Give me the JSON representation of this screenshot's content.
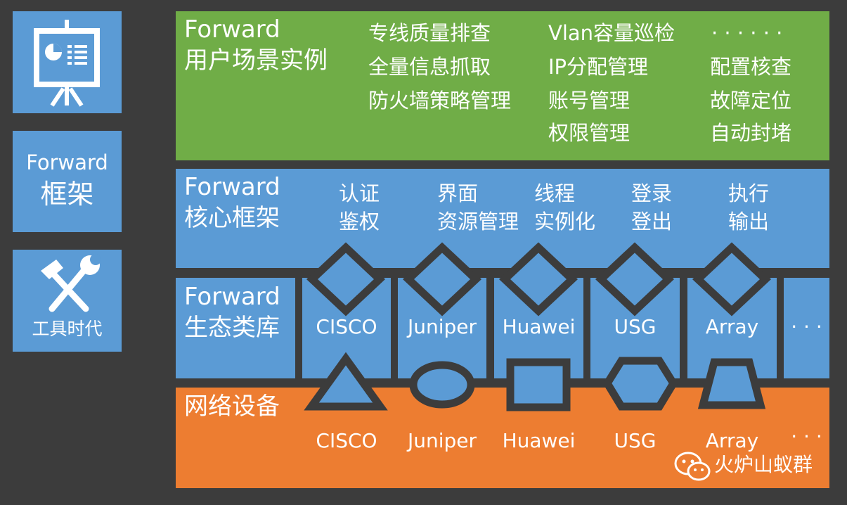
{
  "sidebar": {
    "framework_line1": "Forward",
    "framework_line2": "框架",
    "tools_label": "工具时代"
  },
  "scenarios": {
    "title_line1": "Forward",
    "title_line2": "用户场景实例",
    "col1": [
      "专线质量排查",
      "全量信息抓取",
      "防火墙策略管理"
    ],
    "col2": [
      "Vlan容量巡检",
      "IP分配管理",
      "账号管理",
      "权限管理"
    ],
    "col3": [
      "· · · · · ·",
      "配置核查",
      "故障定位",
      "自动封堵"
    ]
  },
  "core": {
    "title_line1": "Forward",
    "title_line2": "核心框架",
    "features": [
      {
        "line1": "认证",
        "line2": "鉴权"
      },
      {
        "line1": "界面",
        "line2": "资源管理"
      },
      {
        "line1": "线程",
        "line2": "实例化"
      },
      {
        "line1": "登录",
        "line2": "登出"
      },
      {
        "line1": "执行",
        "line2": "输出"
      }
    ]
  },
  "ecosystem": {
    "title_line1": "Forward",
    "title_line2": "生态类库",
    "libraries": [
      "CISCO",
      "Juniper",
      "Huawei",
      "USG",
      "Array"
    ],
    "more": "· · ·"
  },
  "devices": {
    "title": "网络设备",
    "vendors": [
      "CISCO",
      "Juniper",
      "Huawei",
      "USG",
      "Array"
    ],
    "more": "· · ·"
  },
  "watermark": {
    "text": "火炉山蚁群",
    "icon": "wechat-icon"
  },
  "colors": {
    "background": "#3c3c3c",
    "blue": "#5b9bd5",
    "green": "#70ad47",
    "orange": "#ed7d31"
  }
}
